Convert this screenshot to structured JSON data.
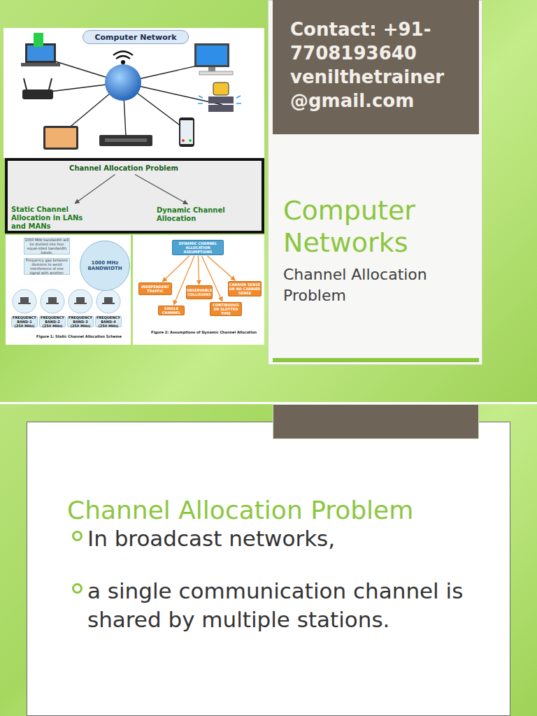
{
  "diagram": {
    "nodes": [
      {
        "text": [
          "Computer Networks",
          "Channel Allocation Problem"
        ]
      },
      {
        "text": [
          "Contact: +91-7708193640 venilthetrainer @gmail.com"
        ],
        "in": 0
      },
      {
        "text": [
          "Computer Network"
        ]
      },
      {
        "text": [
          "Channel Allocation Problem"
        ]
      },
      {
        "text": [
          "Static Channel Allocation in LANs and MANs"
        ]
      },
      {
        "text": [
          "Dynamic Channel Allocation"
        ]
      },
      {
        "text": [
          "Figure 1: Static Channel Allocation Scheme"
        ]
      },
      {
        "text": [
          "1000 MHz bandwidth will be divided into four equal-sized bandwidth bands."
        ],
        "in": 6
      },
      {
        "text": [
          "Frequency gap between divisions to avoid interference of one signal with another."
        ],
        "in": 6
      },
      {
        "text": [
          "1000 MHz BANDWIDTH"
        ],
        "in": 6
      },
      {
        "text": [
          "FREQUENCY BAND-1 (250 MHz)"
        ],
        "in": 6
      },
      {
        "text": [
          "FREQUENCY BAND-2 (250 MHz)"
        ],
        "in": 6
      },
      {
        "text": [
          "FREQUENCY BAND-3 (250 MHz)"
        ],
        "in": 6
      },
      {
        "text": [
          "FREQUENCY BAND-4 (250 MHz)"
        ],
        "in": 6
      },
      {
        "text": [
          "Figure 2: Assumptions of Dynamic Channel Allocation"
        ]
      },
      {
        "text": [
          "DYNAMIC CHANNEL ALLOCATION ASSUMPTIONS"
        ],
        "in": 14
      },
      {
        "text": [
          "INDEPENDENT TRAFFIC"
        ],
        "in": 14
      },
      {
        "text": [
          "OBSERVABLE COLLISIONS"
        ],
        "in": 14
      },
      {
        "text": [
          "CARRIER SENSE OR NO CARRIER SENSE"
        ],
        "in": 14
      },
      {
        "text": [
          "SINGLE CHANNEL"
        ],
        "in": 14
      },
      {
        "text": [
          "CONTINUOUS OR SLOTTED TIME"
        ],
        "in": 14
      },
      {
        "text": [
          "Channel Allocation Problem",
          "In broadcast networks,",
          "a single communication channel is shared by multiple stations."
        ]
      }
    ],
    "edges": [
      {
        "from": 3,
        "to": 4,
        "arrow": "to"
      },
      {
        "from": 3,
        "to": 5,
        "arrow": "to"
      },
      {
        "from": 15,
        "to": 16,
        "arrow": "to"
      },
      {
        "from": 15,
        "to": 17,
        "arrow": "to"
      },
      {
        "from": 15,
        "to": 18,
        "arrow": "to"
      },
      {
        "from": 15,
        "to": 19,
        "arrow": "to"
      },
      {
        "from": 15,
        "to": 20,
        "arrow": "to"
      }
    ]
  }
}
